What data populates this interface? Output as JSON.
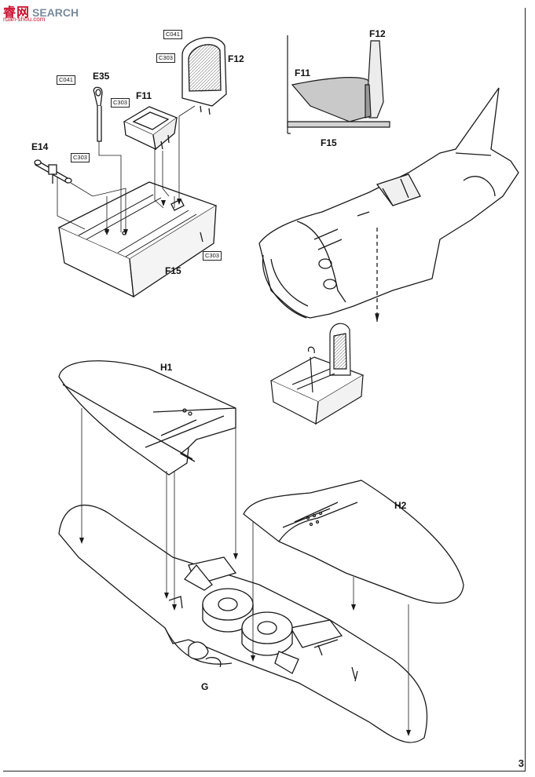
{
  "watermark": {
    "logo": "睿网",
    "text": "SEARCH",
    "url": "ruan-shou.com"
  },
  "page_number": "3",
  "labels": {
    "e35": "E35",
    "f11": "F11",
    "f12": "F12",
    "e14": "E14",
    "f15": "F15",
    "detail_f12": "F12",
    "detail_f11": "F11",
    "detail_f15": "F15",
    "h1": "H1",
    "h2": "H2",
    "g": "G"
  },
  "codes": {
    "c041_a": "C041",
    "c303_a": "C303",
    "c041_b": "C041",
    "c303_b": "C303",
    "c303_c": "C303",
    "c303_d": "C303"
  },
  "colors": {
    "line": "#1a1a1a",
    "shade": "#cfcfcf",
    "dark_shade": "#9a9a9a"
  }
}
